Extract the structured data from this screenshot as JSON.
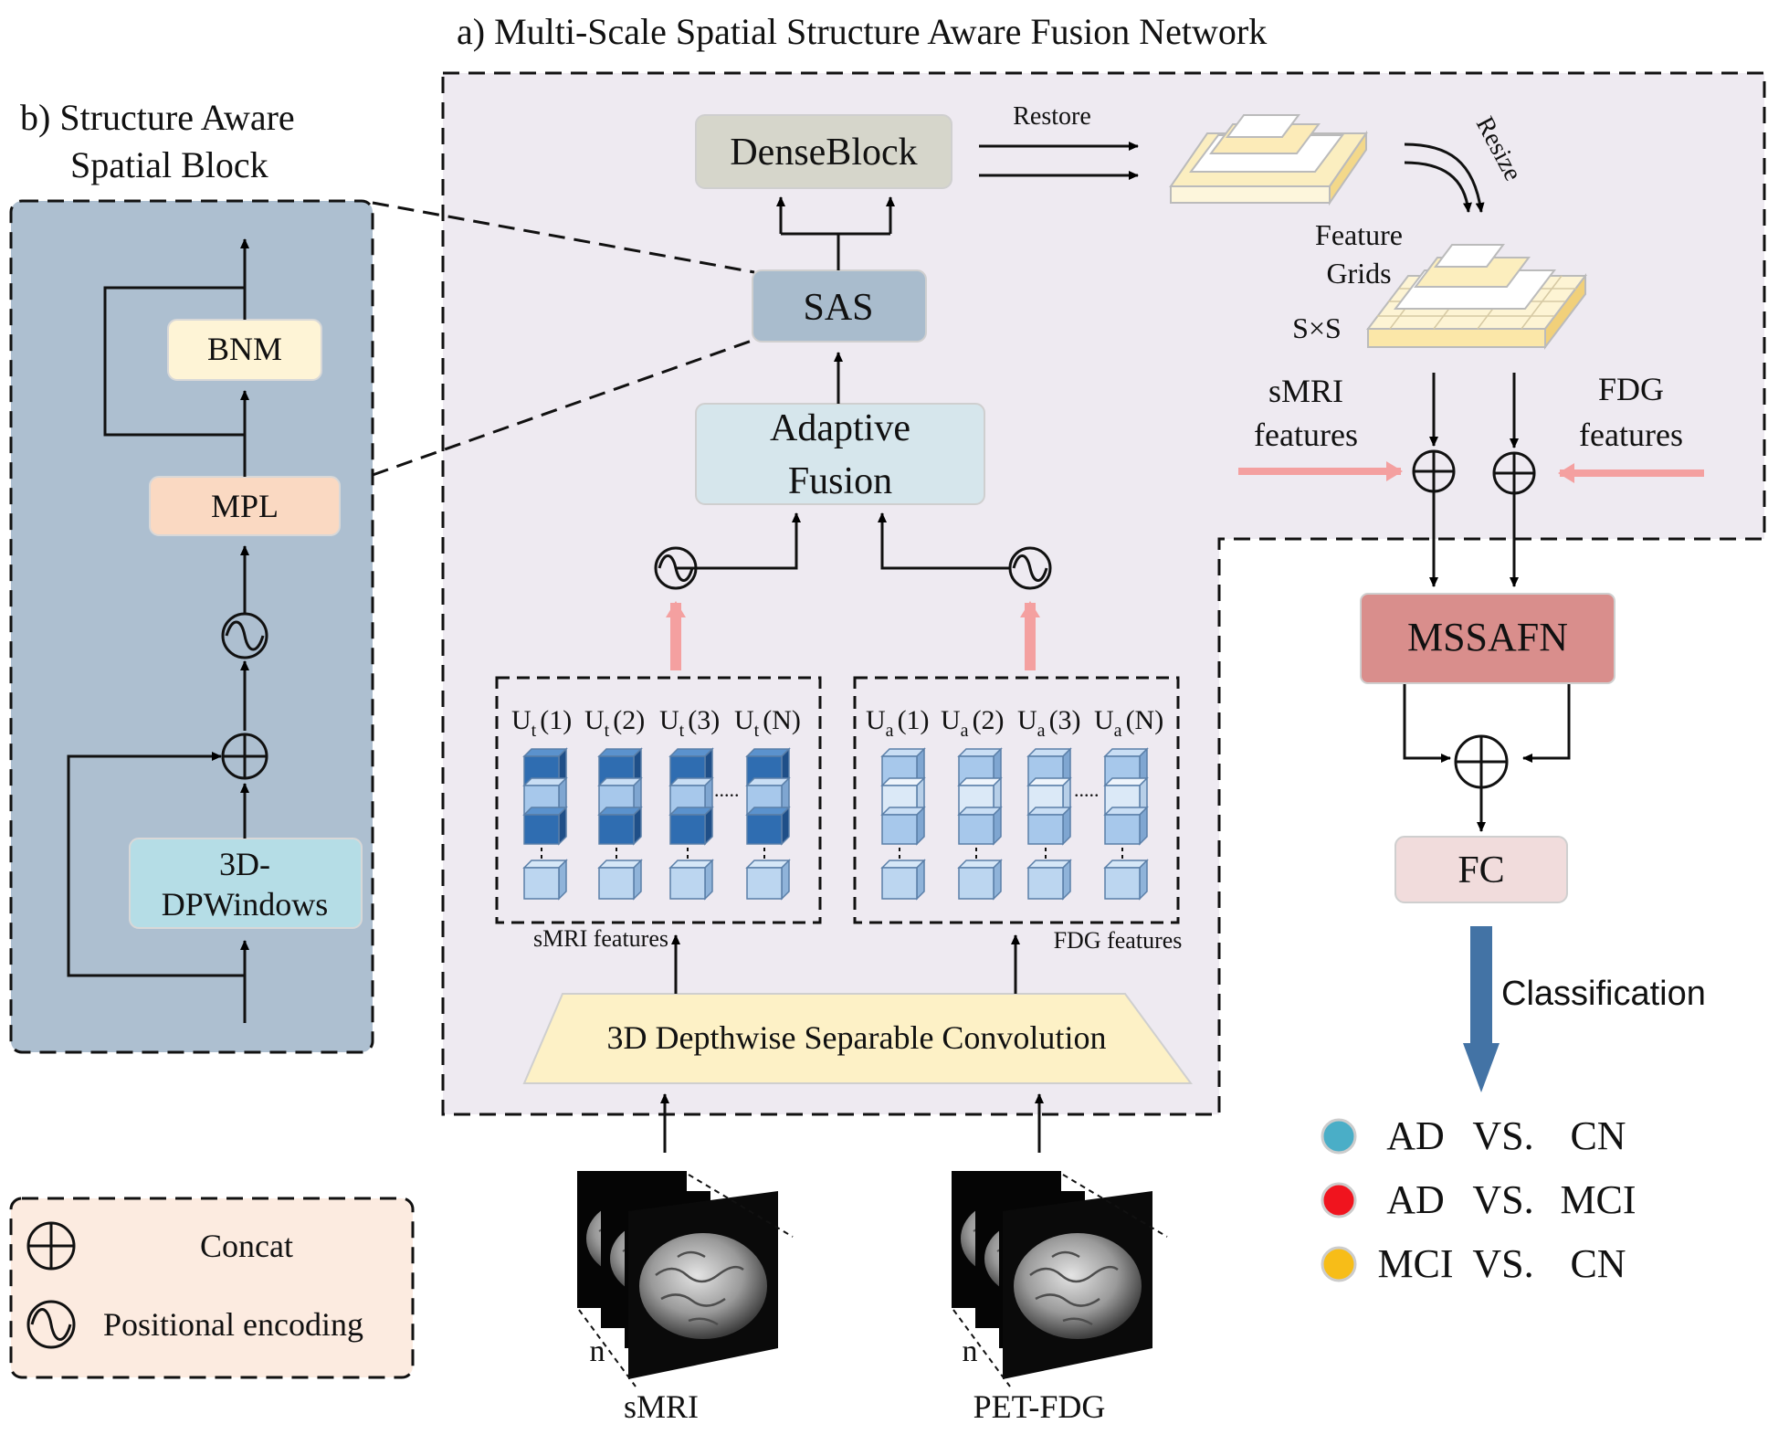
{
  "panel_a": {
    "title": "a) Multi-Scale Spatial Structure Aware Fusion Network"
  },
  "panel_b": {
    "title_line1": "b)  Structure Aware",
    "title_line2": "Spatial Block"
  },
  "blocks": {
    "denseblock": "DenseBlock",
    "sas": "SAS",
    "adaptive_fusion_line1": "Adaptive",
    "adaptive_fusion_line2": "Fusion",
    "dsconv": "3D Depthwise Separable Convolution",
    "bnm": "BNM",
    "mpl": "MPL",
    "dpwindows_line1": "3D-",
    "dpwindows_line2": "DPWindows",
    "mssafn": "MSSAFN",
    "fc": "FC"
  },
  "labels": {
    "restore": "Restore",
    "resize": "Resize",
    "feature_grids_line1": "Feature",
    "feature_grids_line2": "Grids",
    "sxs": "S×S",
    "smri_features_line1": "sMRI",
    "smri_features_line2": "features",
    "fdg_features_line1": "FDG",
    "fdg_features_line2": "features",
    "smri_features_small": "sMRI features",
    "fdg_features_small": "FDG features",
    "classification": "Classification",
    "input_smri": "sMRI",
    "input_pet": "PET-FDG",
    "n_count": "n",
    "dots": "....."
  },
  "ut_labels": [
    {
      "base": "U",
      "sub": "t",
      "idx": "(1)"
    },
    {
      "base": "U",
      "sub": "t",
      "idx": "(2)"
    },
    {
      "base": "U",
      "sub": "t",
      "idx": "(3)"
    },
    {
      "base": "U",
      "sub": "t",
      "idx": "(N)"
    }
  ],
  "ua_labels": [
    {
      "base": "U",
      "sub": "a",
      "idx": "(1)"
    },
    {
      "base": "U",
      "sub": "a",
      "idx": "(2)"
    },
    {
      "base": "U",
      "sub": "a",
      "idx": "(3)"
    },
    {
      "base": "U",
      "sub": "a",
      "idx": "(N)"
    }
  ],
  "legend": {
    "concat": "Concat",
    "positional_encoding": "Positional encoding"
  },
  "outcomes": [
    {
      "left": "AD",
      "vs": "VS.",
      "right": "CN",
      "color": "#4aaec7"
    },
    {
      "left": "AD",
      "vs": "VS.",
      "right": "MCI",
      "color": "#f0141e"
    },
    {
      "left": "MCI",
      "vs": "VS.",
      "right": "CN",
      "color": "#f7bd18"
    }
  ],
  "colors": {
    "panel_a_bg": "#eeeaf1",
    "panel_b_bg": "#adbfd0",
    "legend_bg": "#fcebe0",
    "denseblock": "#d6d6cb",
    "sas": "#a9bccd",
    "adaptive_fusion": "#d6e6ec",
    "dsconv": "#fdf1c6",
    "bnm": "#fef4d6",
    "mpl": "#fad9c2",
    "dpwindows": "#b5dde6",
    "mssafn": "#d98e8c",
    "fc": "#f1dcdc",
    "pink_arrow": "#f4a0a0",
    "blue_arrow": "#4373a5",
    "cube_dark": "#3170b2",
    "cube_light": "#a5c7eb"
  }
}
